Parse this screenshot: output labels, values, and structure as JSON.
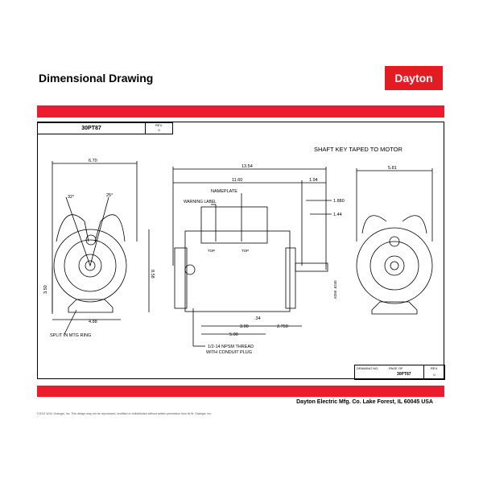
{
  "header": {
    "title": "Dimensional Drawing",
    "logo_text": "Dayton"
  },
  "title_block": {
    "part_number": "30PT87",
    "rev_label": "REV.",
    "rev_value": "0"
  },
  "note": "SHAFT KEY TAPED TO MOTOR",
  "left_view": {
    "width": "6.70",
    "angle1": "32°",
    "angle2": "25°",
    "height": "8.58",
    "center_height": "3.50",
    "base": "4.88",
    "note": "SPLIT IN MTG RING"
  },
  "side_view": {
    "overall_length": "13.54",
    "body_length": "11.60",
    "shaft_length": "1.94",
    "nameplate": "NAMEPLATE",
    "warning": "WARNING LABEL",
    "top1": "TOP",
    "top2": "TOP",
    "key_length": "1.880",
    "flat_length": "1.44",
    "shaft_dia": ".6250 .6245",
    "slot": ".34",
    "dim_300": "3.00",
    "dim_2750": "2.750",
    "dim_500": "5.00",
    "thread_note_1": "1/2-14 NPSM THREAD",
    "thread_note_2": "WITH CONDUIT PLUG"
  },
  "right_view": {
    "width": "5.81"
  },
  "bottom_block": {
    "drawing_no_label": "DRAWING NO.",
    "page_label": "PAGE   OF",
    "drawing_no": "30PT87",
    "rev_label": "REV.",
    "rev_value": "0"
  },
  "footer": {
    "company": "Dayton Electric Mfg. Co.  Lake Forest, IL  60045  USA",
    "copyright": "©2013 W.W. Grainger, Inc.   This design may not be reproduced, modified or redistributed without written permission from W.W. Grainger, Inc."
  },
  "colors": {
    "brand_red": "#ec1c2e"
  }
}
